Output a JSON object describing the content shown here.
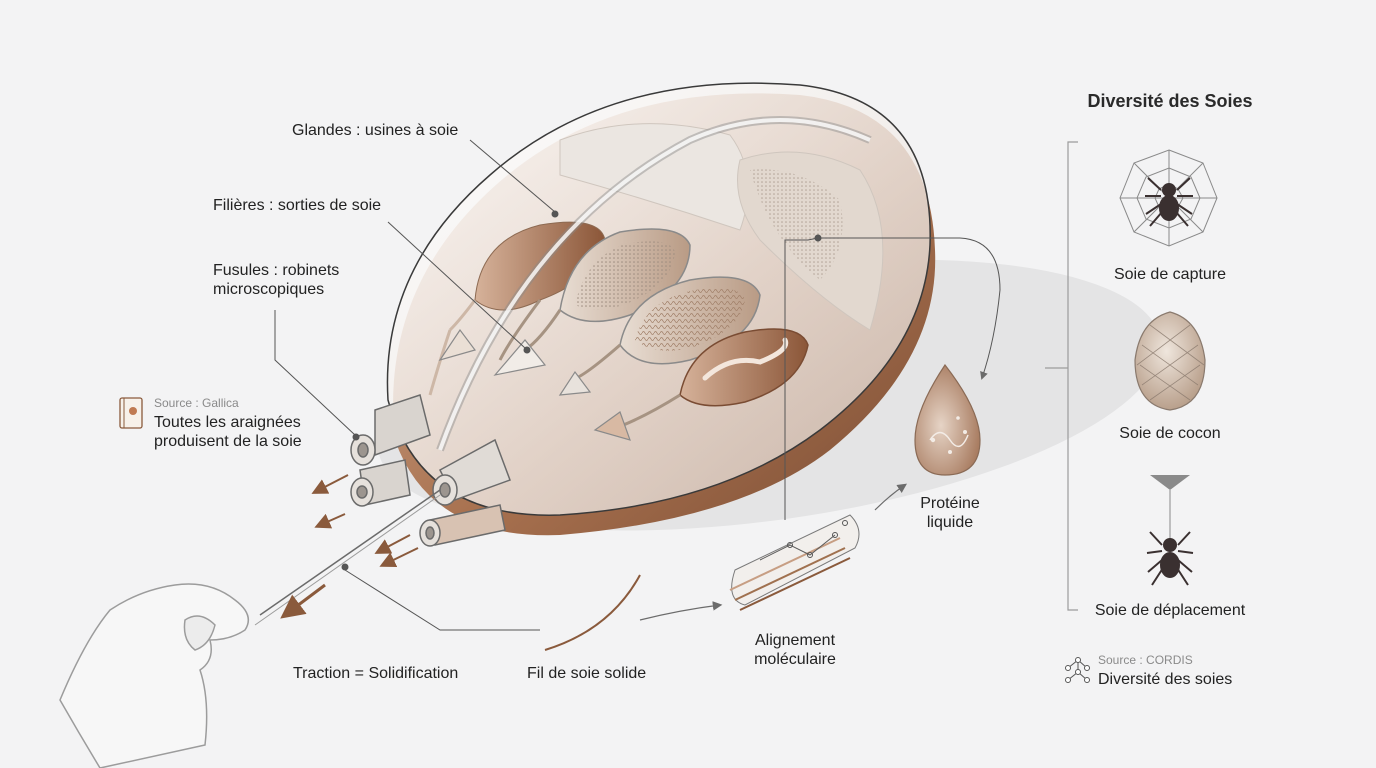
{
  "labels": {
    "glandes": "Glandes : usines à soie",
    "filieres": "Filières : sorties de soie",
    "fusules_line1": "Fusules : robinets",
    "fusules_line2": "microscopiques",
    "proteine_line1": "Protéine",
    "proteine_line2": "liquide",
    "alignement_line1": "Alignement",
    "alignement_line2": "moléculaire",
    "fil": "Fil de soie solide",
    "traction": "Traction = Solidification"
  },
  "source_left": {
    "source": "Source : Gallica",
    "text_line1": "Toutes les araignées",
    "text_line2": "produisent de la soie"
  },
  "panel": {
    "title": "Diversité des Soies",
    "items": [
      {
        "label": "Soie de capture",
        "icon": "spider-web-icon"
      },
      {
        "label": "Soie de cocon",
        "icon": "cocoon-icon"
      },
      {
        "label": "Soie de déplacement",
        "icon": "dangling-spider-icon"
      }
    ]
  },
  "source_right": {
    "source": "Source : CORDIS",
    "text": "Diversité des soies"
  },
  "colors": {
    "background": "#f3f3f4",
    "brown": "#9c6a4e",
    "brown_light": "#c79e83",
    "line": "#6b6b6b"
  }
}
